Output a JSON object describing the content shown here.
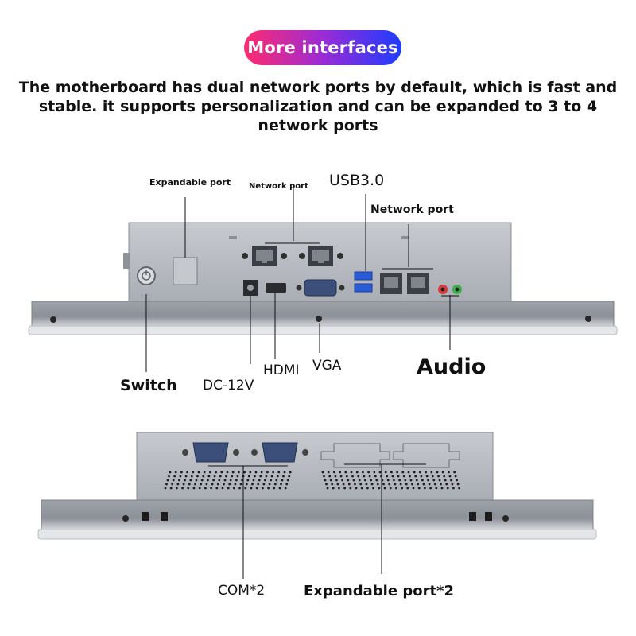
{
  "header": {
    "badge": "More interfaces",
    "description": "The motherboard has dual network ports by default, which is fast and stable. it supports personalization and can be expanded to 3 to 4 network ports"
  },
  "labels": {
    "expandable_port": "Expandable port",
    "network_port_small": "Network port",
    "usb": "USB3.0",
    "network_port": "Network port",
    "switch": "Switch",
    "dc": "DC-12V",
    "hdmi": "HDMI",
    "vga": "VGA",
    "audio": "Audio",
    "com": "COM*2",
    "expandable_port_2": "Expandable port*2"
  },
  "colors": {
    "badge_start": "#ff2b6e",
    "badge_mid": "#9b2bd6",
    "badge_end": "#1d3cff",
    "chassis": "#b9bcc2",
    "bezel": "#8e9299",
    "usb_blue": "#2a5bd7",
    "vga_blue": "#3b4f7a",
    "audio_red": "#d83a3a",
    "audio_green": "#3bb04a"
  }
}
